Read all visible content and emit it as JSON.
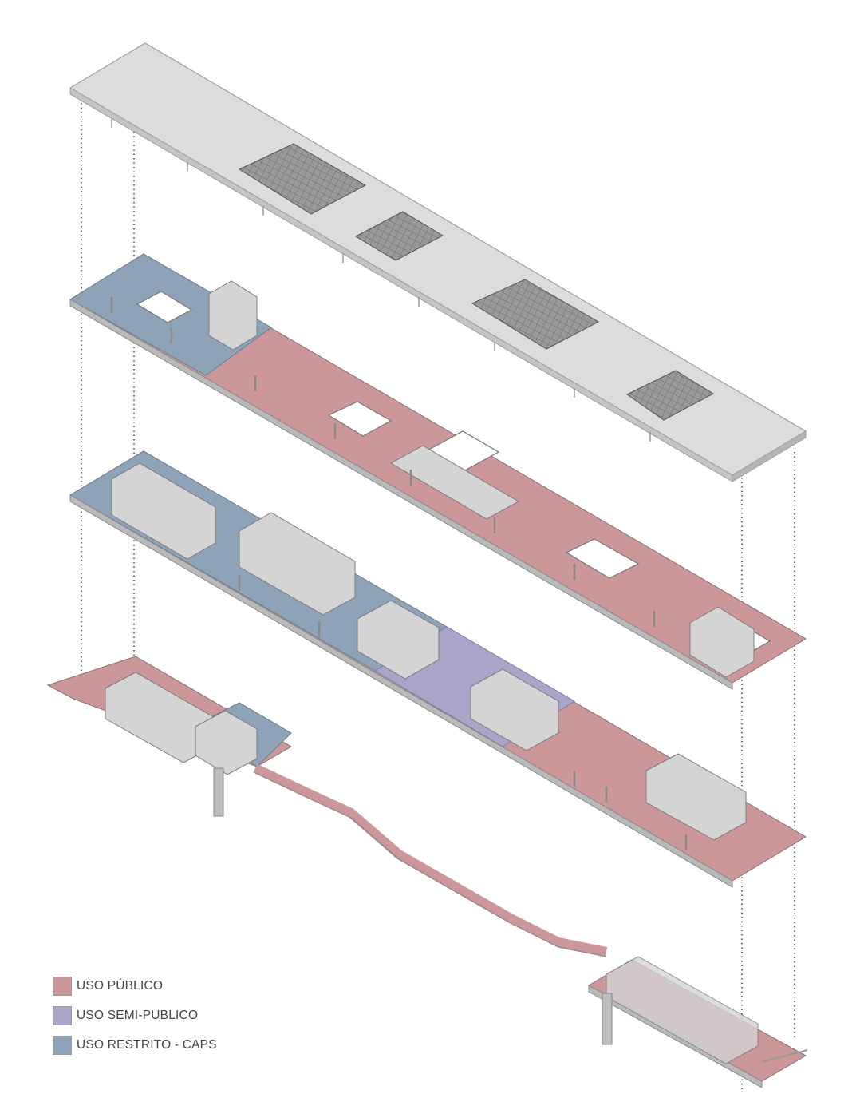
{
  "colors": {
    "uso_publico": "#cc9799",
    "uso_semi_publico": "#a9a5c9",
    "uso_restrito": "#8fa3b8",
    "roof": "#dcdcdc",
    "wall": "#cfcfcf",
    "skylight": "#8e8e8e"
  },
  "legend": {
    "items": [
      {
        "label": "USO PÚBLICO",
        "color_key": "uso_publico"
      },
      {
        "label": "USO SEMI-PUBLICO",
        "color_key": "uso_semi_publico"
      },
      {
        "label": "USO RESTRITO - CAPS",
        "color_key": "uso_restrito"
      }
    ]
  }
}
